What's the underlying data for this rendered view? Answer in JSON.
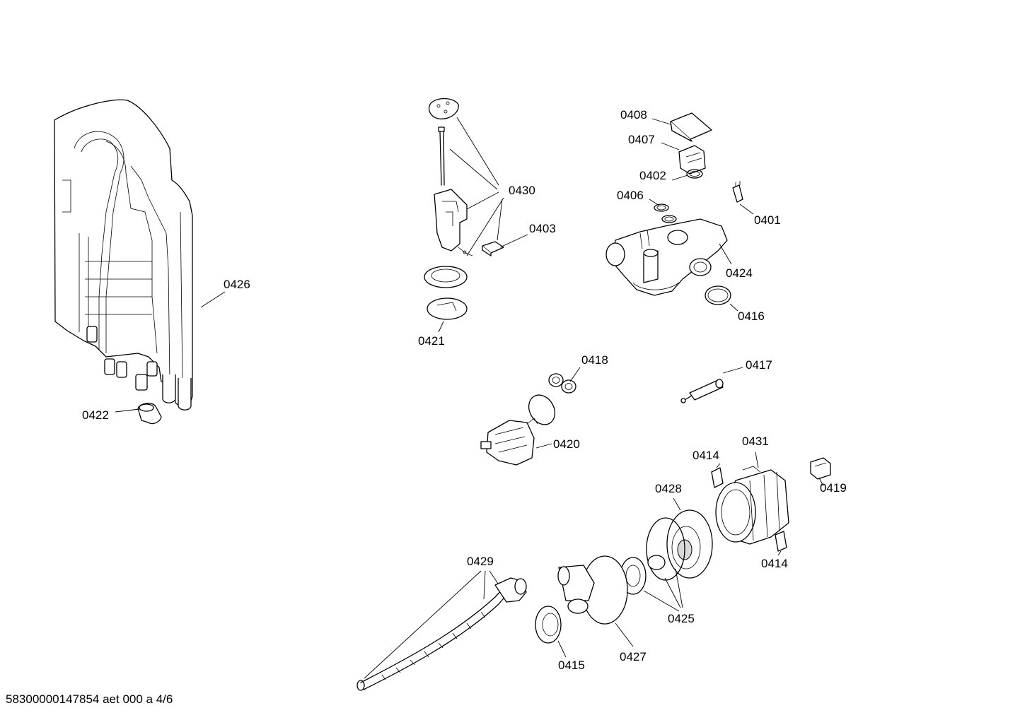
{
  "callouts": {
    "c0401": "0401",
    "c0402": "0402",
    "c0403": "0403",
    "c0406": "0406",
    "c0407": "0407",
    "c0408": "0408",
    "c0414a": "0414",
    "c0414b": "0414",
    "c0415": "0415",
    "c0416": "0416",
    "c0417": "0417",
    "c0418": "0418",
    "c0419": "0419",
    "c0420": "0420",
    "c0421": "0421",
    "c0422": "0422",
    "c0424": "0424",
    "c0425": "0425",
    "c0426": "0426",
    "c0427": "0427",
    "c0428": "0428",
    "c0429": "0429",
    "c0430": "0430",
    "c0431": "0431"
  },
  "footer": "58300000147854 aet 000 a 4/6"
}
